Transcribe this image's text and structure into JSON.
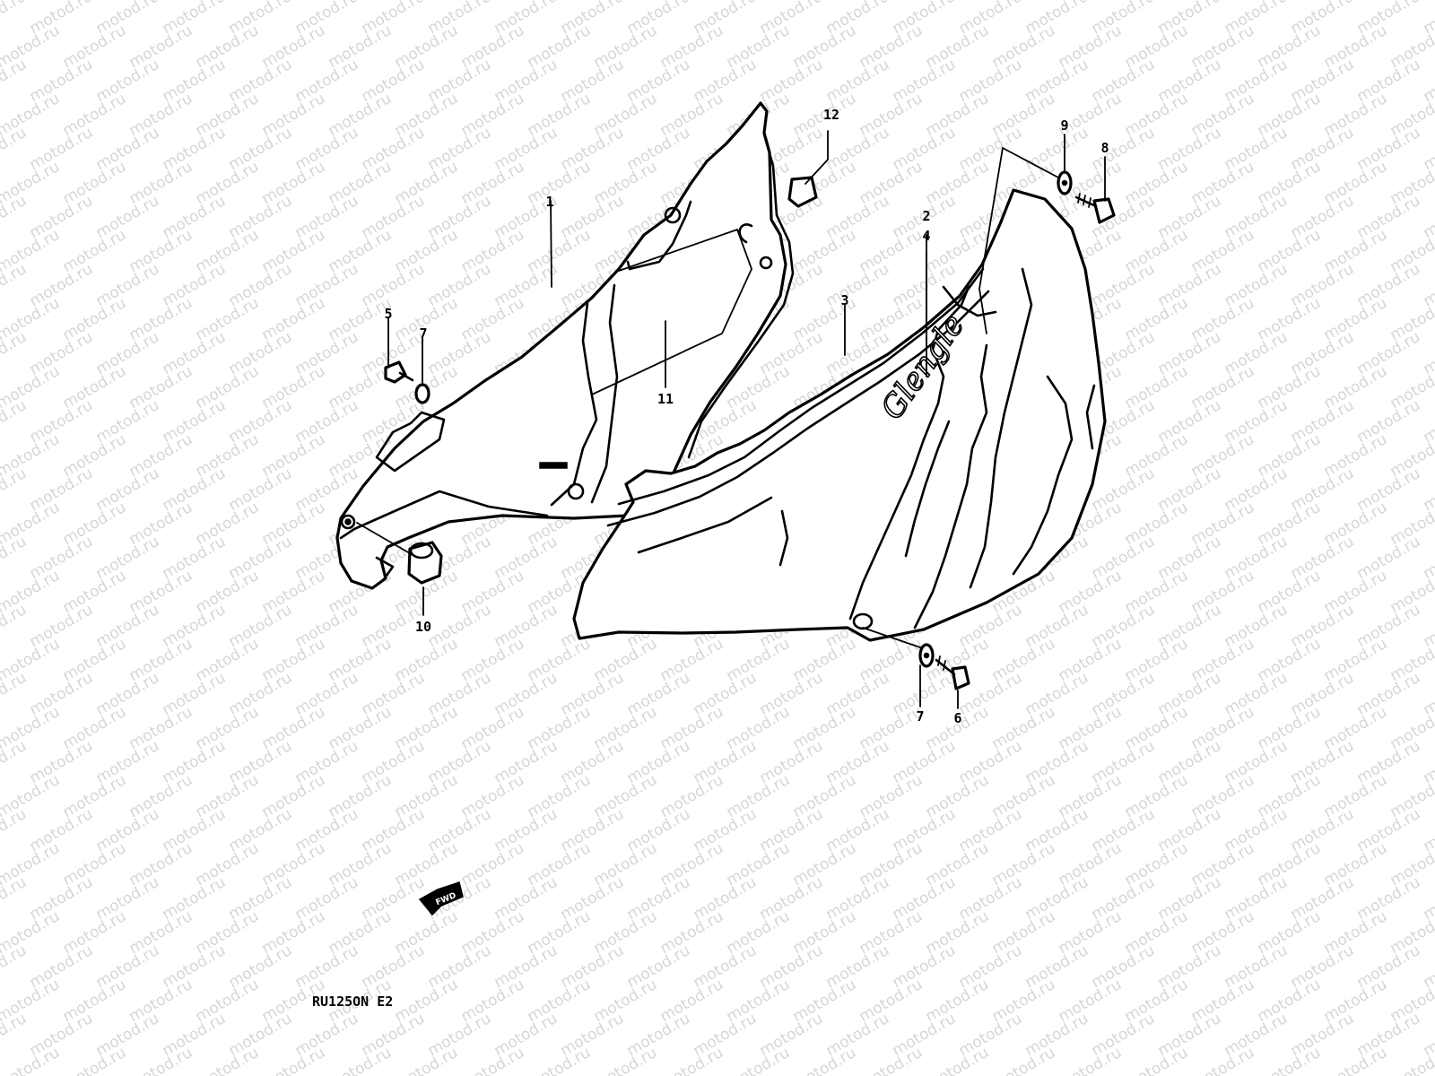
{
  "watermark": "motod.ru",
  "model_code": "RU125ON E2",
  "decal_text": "Glengle",
  "callouts": {
    "c1": "1",
    "c2": "2",
    "c3": "3",
    "c4": "4",
    "c5": "5",
    "c6": "6",
    "c7a": "7",
    "c7b": "7",
    "c8": "8",
    "c9": "9",
    "c10": "10",
    "c11": "11",
    "c12": "12"
  },
  "fwd_arrow_text": "FWD"
}
